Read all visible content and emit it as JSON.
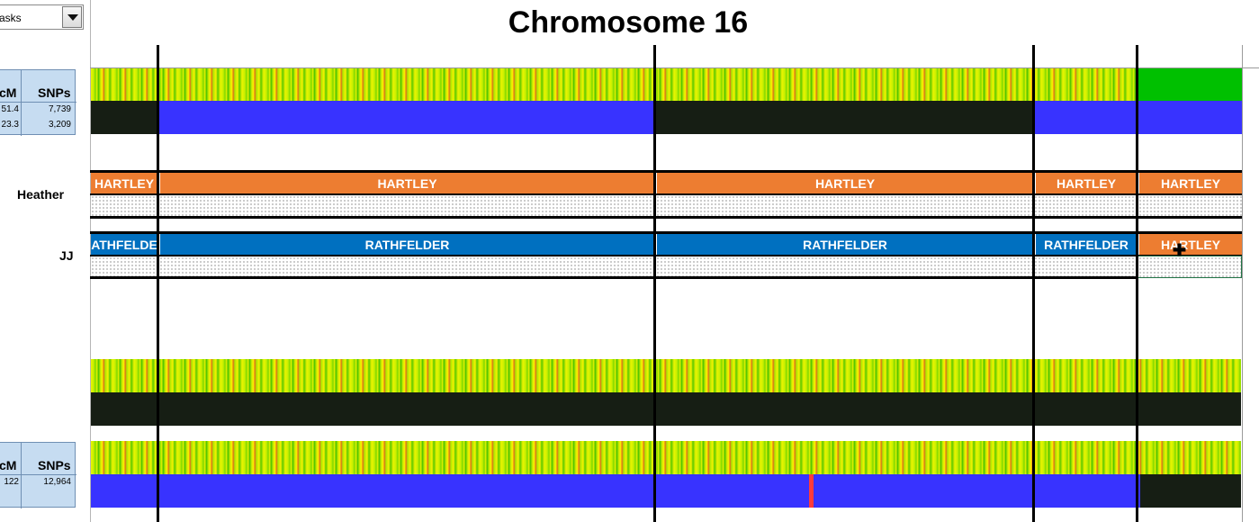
{
  "toolbar": {
    "dropdown_value": "asks"
  },
  "title": "Chromosome 16",
  "stats_top": {
    "col1_header": "cM",
    "col2_header": "SNPs",
    "rows": [
      {
        "cm": "51.4",
        "snps": "7,739"
      },
      {
        "cm": "23.3",
        "snps": "3,209"
      }
    ]
  },
  "stats_bottom": {
    "col1_header": "cM",
    "col2_header": "SNPs",
    "rows": [
      {
        "cm": "122",
        "snps": "12,964"
      }
    ]
  },
  "people": [
    {
      "name": "Heather",
      "segments": [
        "HARTLEY",
        "HARTLEY",
        "HARTLEY",
        "HARTLEY",
        "HARTLEY"
      ]
    },
    {
      "name": "JJ",
      "segments": [
        "ATHFELDE",
        "RATHFELDER",
        "RATHFELDER",
        "RATHFELDER",
        "HARTLEY"
      ]
    }
  ],
  "colors": {
    "hartley": "#ed7d31",
    "rathfelder": "#0070c0",
    "match_blue": "#3833ff",
    "no_match": "#161e14"
  },
  "icons": {
    "cursor": "plus-cursor-icon"
  }
}
